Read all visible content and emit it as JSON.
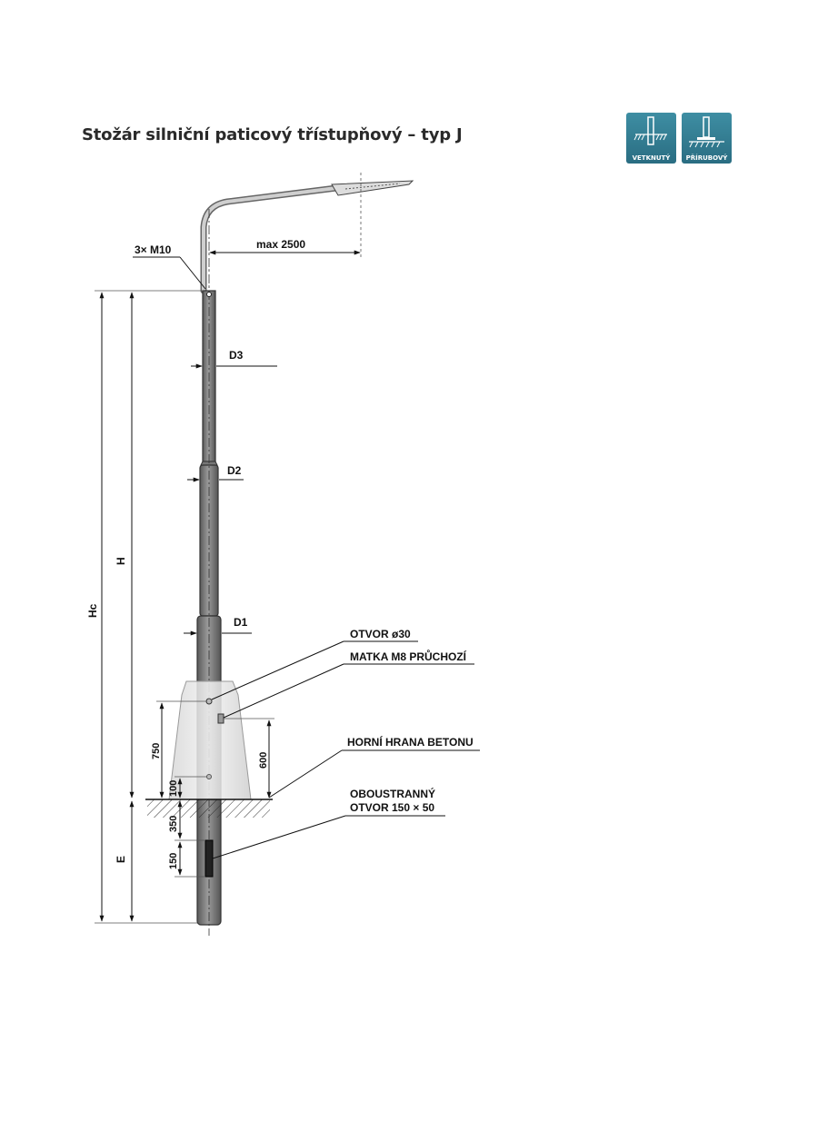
{
  "title": "Stožár silniční paticový třístupňový – typ J",
  "badges": [
    {
      "label": "VETKNUTÝ",
      "icon": "embedded-pole-icon"
    },
    {
      "label": "PŘÍRUBOVÝ",
      "icon": "flange-pole-icon"
    }
  ],
  "labels": {
    "bolts": "3× M10",
    "reach": "max 2500",
    "d3": "D3",
    "d2": "D2",
    "d1": "D1",
    "hc": "Hc",
    "h": "H",
    "e": "E",
    "otvor": "OTVOR  ø30",
    "matka": "MATKA M8 PRŮCHOZÍ",
    "horni": "HORNÍ HRANA BETONU",
    "obou1": "OBOUSTRANNÝ",
    "obou2": "OTVOR 150 × 50",
    "dim750": "750",
    "dim600": "600",
    "dim100": "100",
    "dim350": "350",
    "dim150": "150"
  },
  "colors": {
    "badge": "#2f7a8f",
    "pole": "#7a7a7a",
    "concrete": "#e6e6e6"
  }
}
